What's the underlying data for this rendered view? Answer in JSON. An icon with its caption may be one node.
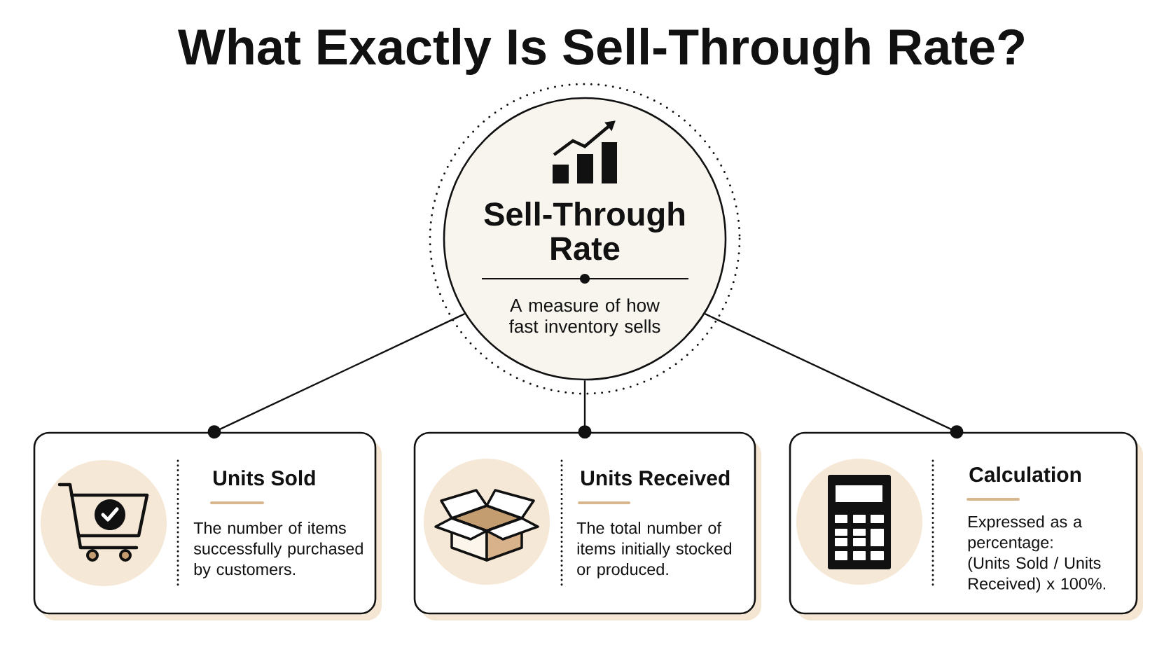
{
  "diagram": {
    "title": "What Exactly Is Sell-Through Rate?",
    "nodes": [
      {
        "text": [
          "Sell-Through Rate",
          "A measure of how fast inventory sells"
        ]
      },
      {
        "text": [
          "Units Sold",
          "The number of items successfully purchased by customers."
        ]
      },
      {
        "text": [
          "Units Received",
          "The total number of items initially stocked or produced."
        ]
      },
      {
        "text": [
          "Calculation",
          "Expressed as a percentage:",
          "(Units Sold / Units Received) x 100%."
        ]
      }
    ],
    "edges": [
      {
        "from": 0,
        "to": 1,
        "arrow": "other"
      },
      {
        "from": 0,
        "to": 2,
        "arrow": "other"
      },
      {
        "from": 0,
        "to": 3,
        "arrow": "other"
      }
    ]
  }
}
